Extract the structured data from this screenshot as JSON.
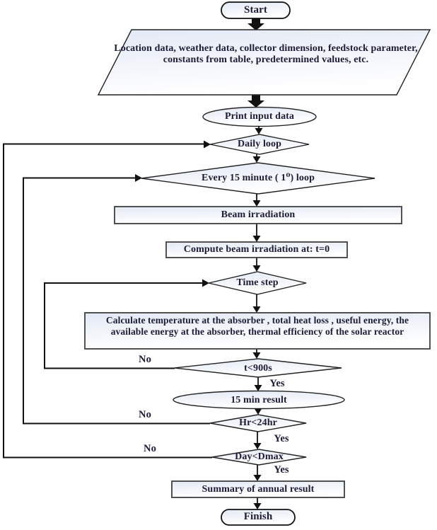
{
  "diagram": {
    "nodes": {
      "start": "Start",
      "input": "Location data, weather data, collector dimension, feedstock parameter, constants from table, predetermined values, etc.",
      "print_input": "Print input data",
      "daily_loop": "Daily loop",
      "minute_loop": "Every 15 minute ( 1⁰) loop",
      "beam": "Beam irradiation",
      "compute_beam": "Compute beam irradiation at: t=0",
      "time_step": "Time step",
      "calculate": "Calculate temperature at the absorber , total heat loss , useful energy, the available energy at the absorber, thermal efficiency of the solar reactor",
      "t_check": "t<900s",
      "result_15min": "15 min result",
      "hr_check": "Hr<24hr",
      "day_check": "Day<Dmax",
      "summary": "Summary of annual result",
      "finish": "Finish"
    },
    "branches": {
      "yes": "Yes",
      "no": "No"
    },
    "colors": {
      "shape_fill_top": "#e3e9f4",
      "shape_fill_bottom": "#ffffff",
      "stroke": "#111111",
      "rect_border": "#3f3f3f",
      "text": "#1c1c38"
    }
  }
}
